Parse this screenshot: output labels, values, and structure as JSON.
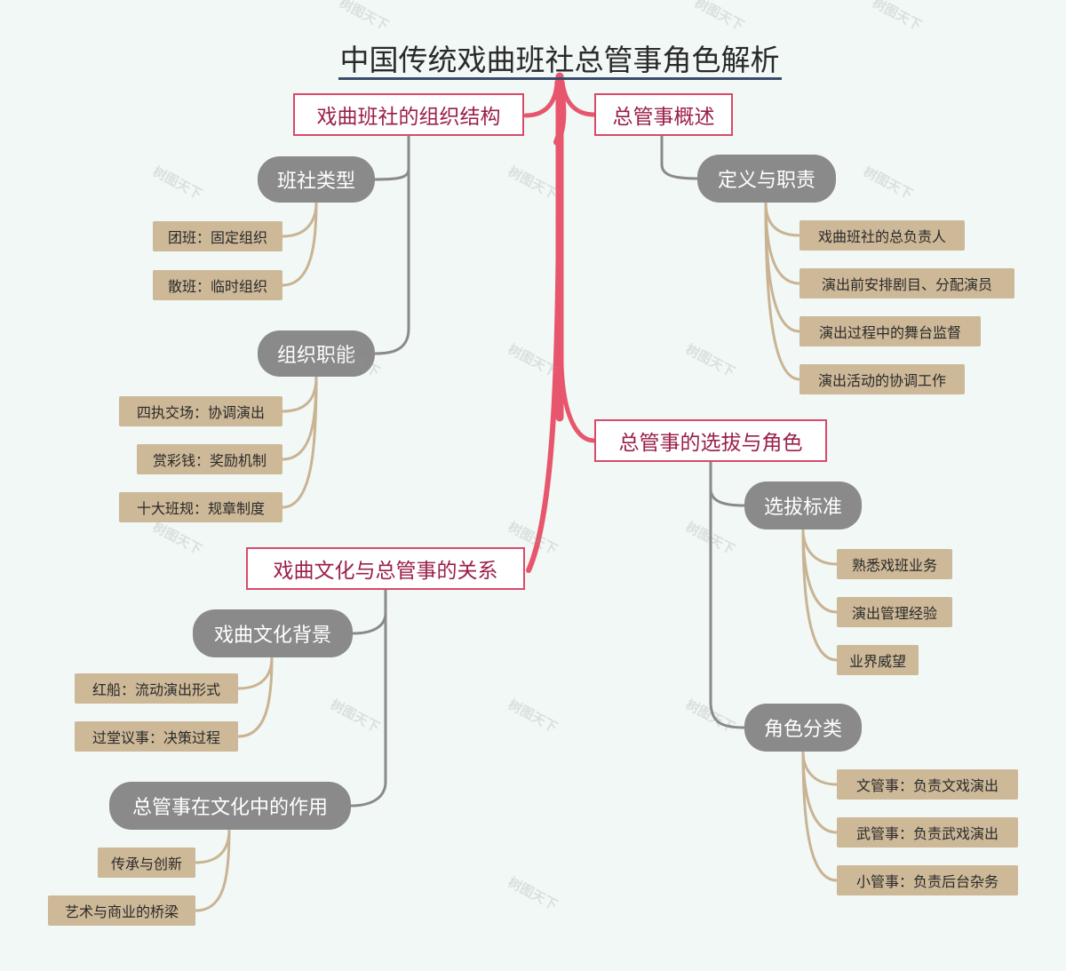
{
  "title": "中国传统戏曲班社总管事角色解析",
  "watermark": "树图天下",
  "colors": {
    "background": "#f1f8f5",
    "main_branch": "#e8566e",
    "level1_border": "#d94a6a",
    "level1_text": "#9b1f4b",
    "level2_fill": "#8a8a8a",
    "level3_fill": "#cdb898",
    "level2_line": "#8a8a8a",
    "level3_line": "#c9b393"
  },
  "branches": {
    "org": {
      "label": "戏曲班社的组织结构",
      "groups": [
        {
          "label": "班社类型",
          "items": [
            "团班：固定组织",
            "散班：临时组织"
          ]
        },
        {
          "label": "组织职能",
          "items": [
            "四执交场：协调演出",
            "赏彩钱：奖励机制",
            "十大班规：规章制度"
          ]
        }
      ]
    },
    "overview": {
      "label": "总管事概述",
      "groups": [
        {
          "label": "定义与职责",
          "items": [
            "戏曲班社的总负责人",
            "演出前安排剧目、分配演员",
            "演出过程中的舞台监督",
            "演出活动的协调工作"
          ]
        }
      ]
    },
    "selection": {
      "label": "总管事的选拔与角色",
      "groups": [
        {
          "label": "选拔标准",
          "items": [
            "熟悉戏班业务",
            "演出管理经验",
            "业界威望"
          ]
        },
        {
          "label": "角色分类",
          "items": [
            "文管事：负责文戏演出",
            "武管事：负责武戏演出",
            "小管事：负责后台杂务"
          ]
        }
      ]
    },
    "culture": {
      "label": "戏曲文化与总管事的关系",
      "groups": [
        {
          "label": "戏曲文化背景",
          "items": [
            "红船：流动演出形式",
            "过堂议事：决策过程"
          ]
        },
        {
          "label": "总管事在文化中的作用",
          "items": [
            "传承与创新",
            "艺术与商业的桥梁"
          ]
        }
      ]
    }
  }
}
